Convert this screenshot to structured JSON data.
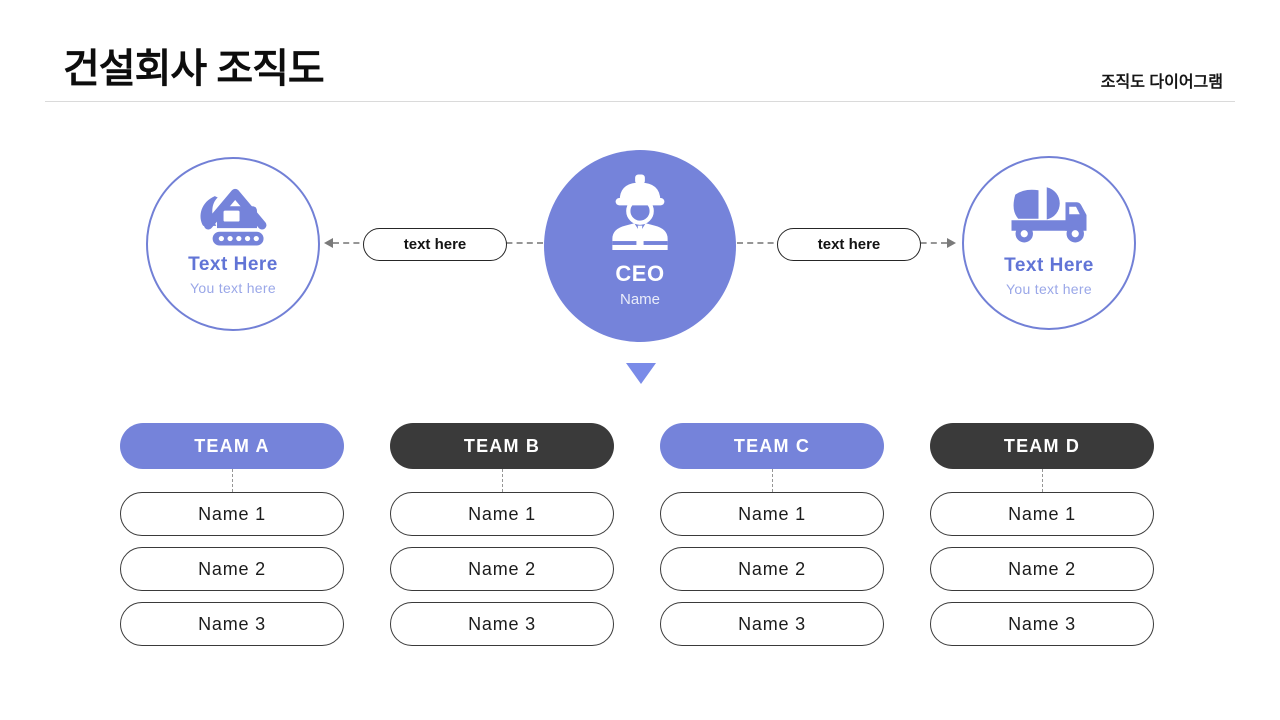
{
  "slide": {
    "title": "건설회사 조직도",
    "tagline": "조직도 다이어그램"
  },
  "colors": {
    "accent": "#7583DA",
    "accent_border": "#7280D6",
    "accent_text": "#6174D6",
    "accent_subtext": "#9AA7E8",
    "dark": "#3A3A3A",
    "divider": "#DADADA",
    "dash": "#969696",
    "arrow": "#7A7A7A",
    "triangle": "#7A8BE8"
  },
  "diagram": {
    "ceo": {
      "icon": "construction-worker-icon",
      "role": "CEO",
      "name": "Name"
    },
    "left_node": {
      "icon": "excavator-icon",
      "title": "Text Here",
      "subtitle": "You text here"
    },
    "right_node": {
      "icon": "mixer-truck-icon",
      "title": "Text Here",
      "subtitle": "You text here"
    },
    "left_label": "text here",
    "right_label": "text here",
    "teams": [
      {
        "label": "TEAM A",
        "theme": "accent",
        "members": [
          "Name 1",
          "Name 2",
          "Name 3"
        ]
      },
      {
        "label": "TEAM B",
        "theme": "dark",
        "members": [
          "Name 1",
          "Name 2",
          "Name 3"
        ]
      },
      {
        "label": "TEAM C",
        "theme": "accent",
        "members": [
          "Name 1",
          "Name 2",
          "Name 3"
        ]
      },
      {
        "label": "TEAM D",
        "theme": "dark",
        "members": [
          "Name 1",
          "Name 2",
          "Name 3"
        ]
      }
    ]
  }
}
